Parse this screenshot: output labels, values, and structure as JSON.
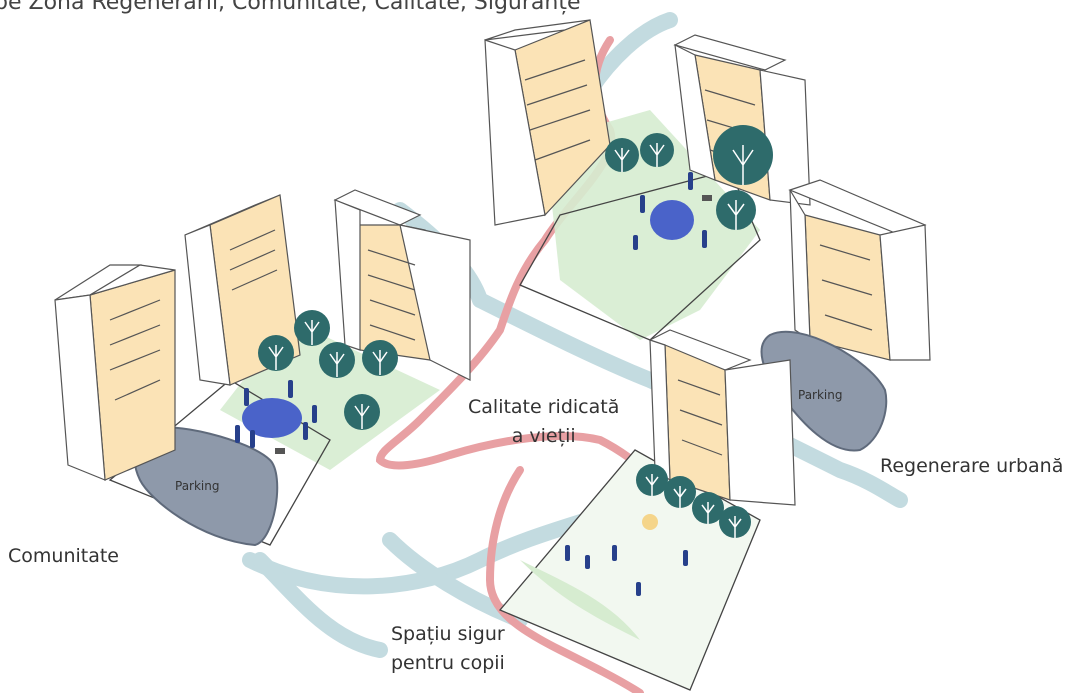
{
  "header": {
    "caption": "pe Zona Regenerării, Comunitate, Calitate, Siguranțe"
  },
  "labels": {
    "comunitate": "Comunitate",
    "calitate_line1": "Calitate ridicată",
    "calitate_line2": "a vieții",
    "regenerare": "Regenerare urbană",
    "spatiu_line1": "Spațiu sigur",
    "spatiu_line2": "pentru copii",
    "parking_left": "Parking",
    "parking_right": "Parking"
  },
  "colors": {
    "building_face": "#fbe3b6",
    "building_outline": "#555555",
    "tree": "#2e6b6b",
    "people": "#27408b",
    "gathering_circle": "#4a63c9",
    "parking": "#8e99aa",
    "path_blue": "#c3dbe0",
    "path_red": "#e8a0a3",
    "green_area": "#d6ecd0",
    "lamp": "#f5d58a"
  }
}
